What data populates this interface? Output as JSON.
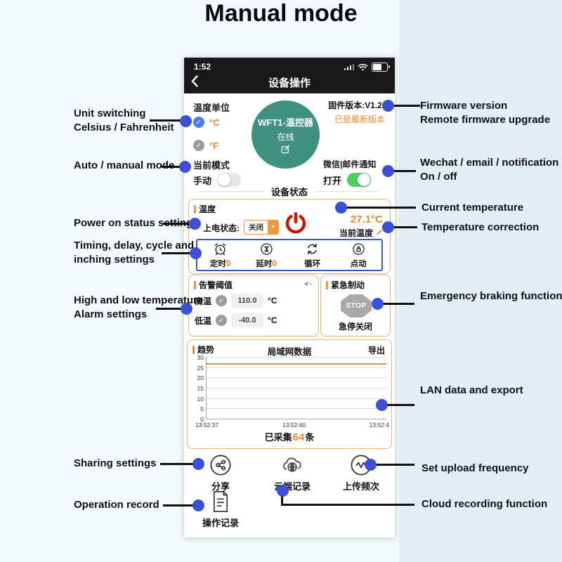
{
  "page_title": "Manual mode",
  "colors": {
    "accent_orange": "#e8882f",
    "box_border_orange": "#ecb079",
    "timer_box_blue": "#3a57c9",
    "callout_blue": "#3b50d6",
    "toggle_green": "#4cd160",
    "device_circle_teal": "#40917f",
    "power_red": "#cc1607"
  },
  "icons": {
    "check": "✓",
    "dropdown_arrow": "▼"
  },
  "phone": {
    "status_bar": {
      "time": "1:52"
    },
    "nav": {
      "title": "设备操作"
    },
    "unit_section": {
      "title": "温度单位",
      "celsius": "°C",
      "fahrenheit": "°F"
    },
    "device_circle": {
      "line1": "WFT1-温控器",
      "line2": "在线"
    },
    "firmware": {
      "version": "固件版本:V1.2.9",
      "status": "已是最新版本"
    },
    "mode_section": {
      "title": "当前模式",
      "value": "手动"
    },
    "notify_section": {
      "title": "微信|邮件通知",
      "value": "打开"
    },
    "divider": "设备状态",
    "temp_box": {
      "title": "温度",
      "power_label": "上电状态:",
      "power_value": "关闭",
      "current_temp": "27.1°C",
      "current_temp_label": "当前温度",
      "timers": [
        {
          "label": "定时",
          "value": "0"
        },
        {
          "label": "延时",
          "value": "0"
        },
        {
          "label": "循环",
          "value": ""
        },
        {
          "label": "点动",
          "value": ""
        }
      ]
    },
    "alarm_box": {
      "title": "告警阈值",
      "rows": [
        {
          "label": "高温",
          "value": "110.0",
          "unit": "°C"
        },
        {
          "label": "低温",
          "value": "-40.0",
          "unit": "°C"
        }
      ]
    },
    "brake_box": {
      "title": "紧急制动",
      "stop_label": "STOP",
      "caption": "急停关闭"
    },
    "chart_box": {
      "title": "趋势",
      "subtitle": "局域网数据",
      "export_label": "导出",
      "collected_prefix": "已采集",
      "collected_count": "64",
      "collected_suffix": "条"
    },
    "actions": [
      {
        "label": "分享"
      },
      {
        "label": "云端记录"
      },
      {
        "label": "上传频次"
      },
      {
        "label": "操作记录"
      }
    ]
  },
  "chart_data": {
    "type": "line",
    "title": "局域网数据",
    "x": [
      "13:52:37",
      "13:52:40",
      "13:52:4"
    ],
    "yticks": [
      30,
      25,
      20,
      15,
      10,
      5,
      0
    ],
    "ylim": [
      0,
      30
    ],
    "grid": true,
    "series": [
      {
        "name": "温度",
        "color": "#e8923f",
        "values": [
          27.1,
          27.1,
          27.1
        ]
      }
    ]
  },
  "annotations": {
    "unit": [
      "Unit switching",
      "Celsius / Fahrenheit"
    ],
    "mode": [
      "Auto / manual mode"
    ],
    "power": [
      "Power on status setting"
    ],
    "timing": [
      "Timing, delay, cycle and",
      "inching settings"
    ],
    "alarm": [
      "High and low temperature",
      "Alarm settings"
    ],
    "sharing": [
      "Sharing settings"
    ],
    "operation": [
      "Operation record"
    ],
    "firmware": [
      "Firmware version",
      "Remote firmware upgrade"
    ],
    "wechat": [
      "Wechat / email / notification",
      "On / off"
    ],
    "current_temp": [
      "Current temperature"
    ],
    "temp_correction": [
      "Temperature correction"
    ],
    "emergency": [
      "Emergency braking function"
    ],
    "lan": [
      "LAN data and export"
    ],
    "upload": [
      "Set upload frequency"
    ],
    "cloud": [
      "Cloud recording function"
    ]
  }
}
